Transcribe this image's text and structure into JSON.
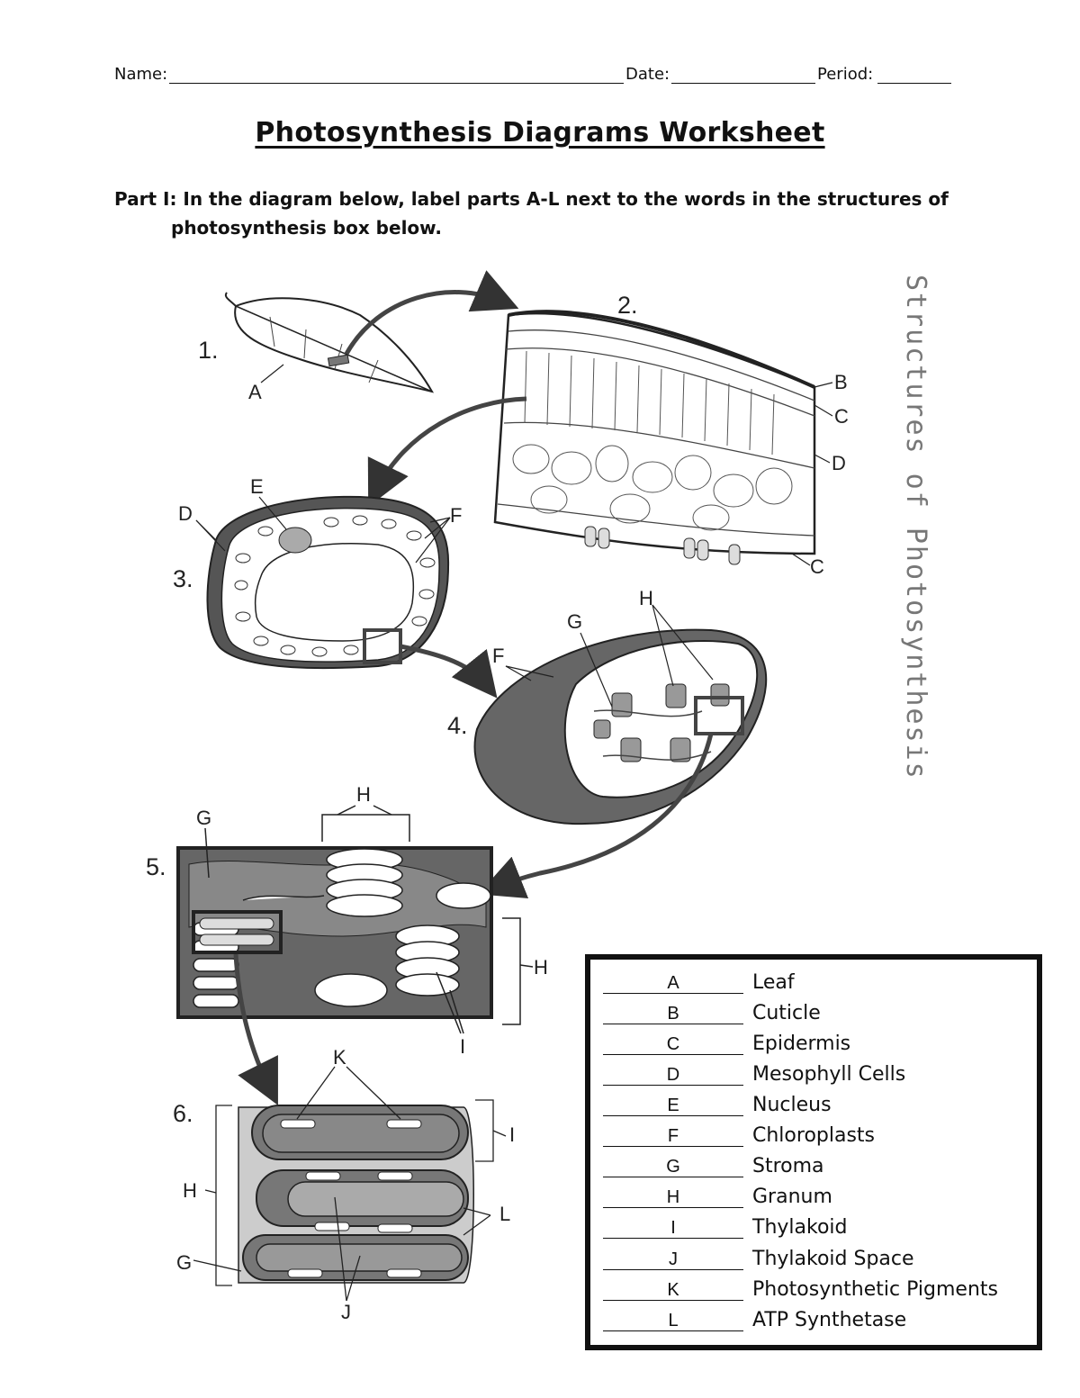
{
  "header": {
    "name_label": "Name:",
    "date_label": "Date:",
    "period_label": "Period:"
  },
  "title": "Photosynthesis Diagrams Worksheet",
  "instructions": {
    "line1": "Part I: In the diagram below, label parts A-L next to the words in the structures of",
    "line2": "photosynthesis box below."
  },
  "vertical_title": "Structures of Photosynthesis",
  "diagram": {
    "numbers": [
      "1.",
      "2.",
      "3.",
      "4.",
      "5.",
      "6."
    ],
    "labels": {
      "d1_a": "A",
      "d2_b": "B",
      "d2_c1": "C",
      "d2_d": "D",
      "d2_c2": "C",
      "d3_d": "D",
      "d3_e": "E",
      "d3_f": "F",
      "d4_g": "G",
      "d4_h": "H",
      "d4_f": "F",
      "d5_g": "G",
      "d5_h_top": "H",
      "d5_h_right": "H",
      "d5_i": "I",
      "d6_k": "K",
      "d6_i": "I",
      "d6_h": "H",
      "d6_l": "L",
      "d6_g": "G",
      "d6_j": "J"
    }
  },
  "answer_box": {
    "rows": [
      {
        "answer": "A",
        "term": "Leaf"
      },
      {
        "answer": "B",
        "term": "Cuticle"
      },
      {
        "answer": "C",
        "term": "Epidermis"
      },
      {
        "answer": "D",
        "term": "Mesophyll Cells"
      },
      {
        "answer": "E",
        "term": "Nucleus"
      },
      {
        "answer": "F",
        "term": "Chloroplasts"
      },
      {
        "answer": "G",
        "term": "Stroma"
      },
      {
        "answer": "H",
        "term": "Granum"
      },
      {
        "answer": "I",
        "term": "Thylakoid"
      },
      {
        "answer": "J",
        "term": "Thylakoid Space"
      },
      {
        "answer": "K",
        "term": "Photosynthetic Pigments"
      },
      {
        "answer": "L",
        "term": "ATP Synthetase"
      }
    ]
  }
}
